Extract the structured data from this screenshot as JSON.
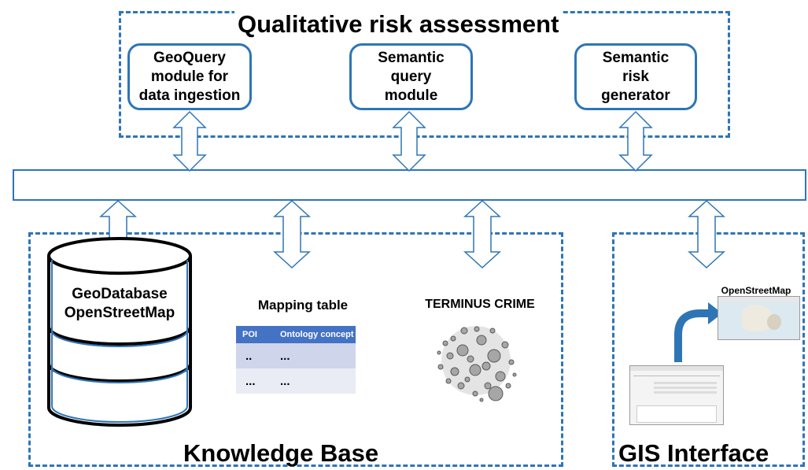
{
  "qualitative": {
    "title": "Qualitative risk assessment",
    "modules": [
      "GeoQuery\nmodule for\ndata ingestion",
      "Semantic\nquery\nmodule",
      "Semantic\nrisk\ngenerator"
    ]
  },
  "knowledge_base": {
    "title": "Knowledge Base",
    "geodatabase_label": "GeoDatabase\nOpenStreetMap",
    "mapping_table": {
      "title": "Mapping table",
      "headers": [
        "POI",
        "Ontology concept"
      ],
      "rows": [
        [
          "..",
          "..."
        ],
        [
          "...",
          "..."
        ]
      ]
    },
    "ontology_label": "TERMINUS CRIME"
  },
  "gis": {
    "title": "GIS Interface",
    "map_label": "OpenStreetMap"
  },
  "colors": {
    "border": "#2e75b6",
    "arrow_fill": "#ffffff",
    "table_header": "#4472c4",
    "bubble": "#a6a6a6"
  }
}
